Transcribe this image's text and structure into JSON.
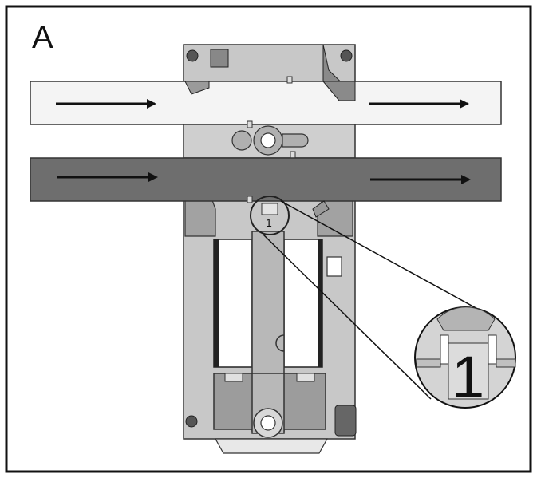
{
  "figure": {
    "panel_label": "A",
    "callout_number": "1",
    "colors": {
      "frame": "#111111",
      "light_strip": "#f4f4f4",
      "dark_strip": "#6e6e6e",
      "body": "#c8c8c8",
      "body_dark": "#9c9c9c",
      "arrow": "#111111"
    },
    "arrows": [
      {
        "name": "arrow-light-strip-left",
        "direction": "right"
      },
      {
        "name": "arrow-light-strip-right",
        "direction": "right"
      },
      {
        "name": "arrow-dark-strip-left",
        "direction": "right"
      },
      {
        "name": "arrow-dark-strip-right",
        "direction": "right"
      }
    ]
  }
}
